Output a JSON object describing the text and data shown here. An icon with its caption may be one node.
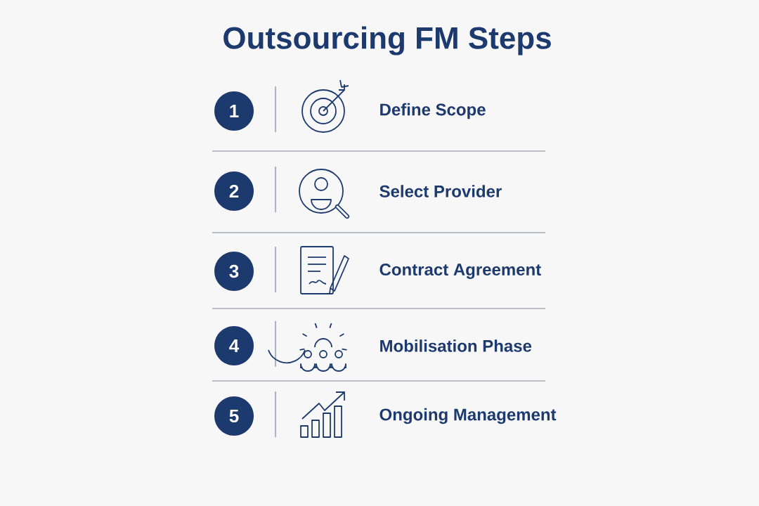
{
  "diagram": {
    "title": "Outsourcing FM Steps",
    "nodes": [
      {
        "text": [
          "1"
        ]
      },
      {
        "text": [
          "2"
        ]
      },
      {
        "text": [
          "3"
        ]
      },
      {
        "text": [
          "4"
        ]
      },
      {
        "text": [
          "5"
        ]
      }
    ],
    "labels": [
      "Define Scope",
      "Select Provider",
      "Contract Agreement",
      "Mobilisation Phase",
      "Ongoing Management"
    ]
  }
}
